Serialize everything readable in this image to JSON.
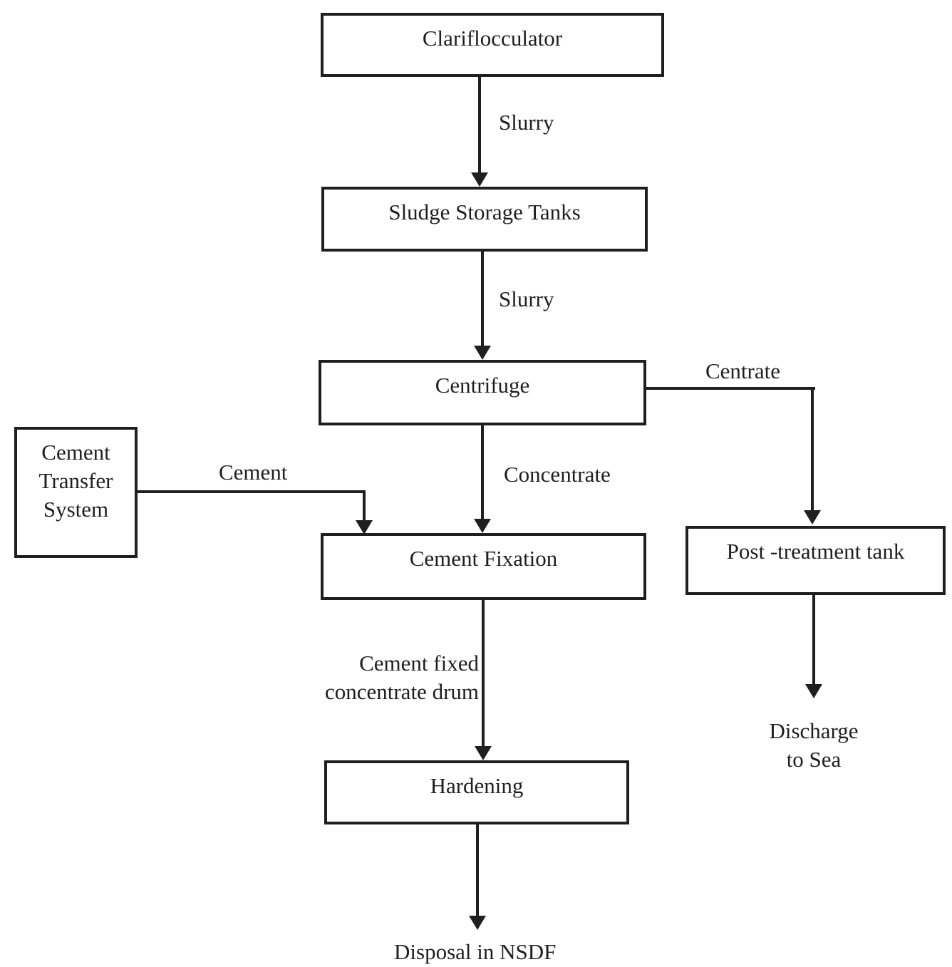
{
  "diagram": {
    "type": "flowchart",
    "nodes": {
      "clariflocculator": {
        "label": "Clariflocculator"
      },
      "sludge_storage_tanks": {
        "label": "Sludge Storage Tanks"
      },
      "centrifuge": {
        "label": "Centrifuge"
      },
      "cement_transfer_system": {
        "label": "Cement\nTransfer\nSystem"
      },
      "cement_fixation": {
        "label": "Cement Fixation"
      },
      "post_treatment_tank": {
        "label": "Post -treatment tank"
      },
      "hardening": {
        "label": "Hardening"
      }
    },
    "edge_labels": {
      "slurry_1": "Slurry",
      "slurry_2": "Slurry",
      "centrate": "Centrate",
      "concentrate": "Concentrate",
      "cement": "Cement",
      "cement_fixed_drum": "Cement fixed\nconcentrate drum",
      "discharge_to_sea": "Discharge\nto Sea",
      "disposal_nsdf": "Disposal in NSDF"
    },
    "edges": [
      {
        "from": "clariflocculator",
        "to": "sludge_storage_tanks",
        "label": "Slurry"
      },
      {
        "from": "sludge_storage_tanks",
        "to": "centrifuge",
        "label": "Slurry"
      },
      {
        "from": "centrifuge",
        "to": "post_treatment_tank",
        "label": "Centrate"
      },
      {
        "from": "centrifuge",
        "to": "cement_fixation",
        "label": "Concentrate"
      },
      {
        "from": "cement_transfer_system",
        "to": "cement_fixation",
        "label": "Cement"
      },
      {
        "from": "cement_fixation",
        "to": "hardening",
        "label": "Cement fixed concentrate drum"
      },
      {
        "from": "hardening",
        "to": "disposal",
        "label": "Disposal in NSDF"
      },
      {
        "from": "post_treatment_tank",
        "to": "sea",
        "label": "Discharge to Sea"
      }
    ],
    "colors": {
      "line": "#1f1f1f",
      "text": "#1f1f1f",
      "background": "#ffffff"
    }
  }
}
